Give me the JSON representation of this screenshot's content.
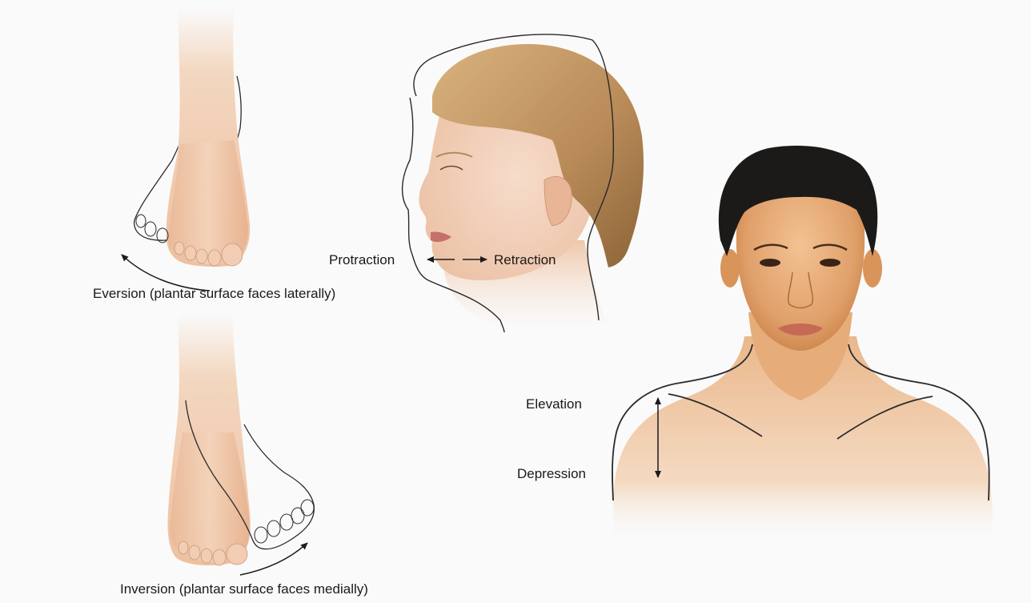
{
  "labels": {
    "eversion": "Eversion (plantar surface faces laterally)",
    "inversion": "Inversion (plantar surface faces medially)",
    "protraction": "Protraction",
    "retraction": "Retraction",
    "elevation": "Elevation",
    "depression": "Depression"
  },
  "colors": {
    "background": "#fafafa",
    "skin_light": "#f3d7c0",
    "skin_mid": "#e8b896",
    "skin_shadow": "#d49a74",
    "hair_blonde": "#c49a68",
    "hair_dark": "#1c1a19",
    "dark_skin": "#e2a56f",
    "dark_skin_shadow": "#c98146",
    "outline": "#2a2a2a"
  }
}
